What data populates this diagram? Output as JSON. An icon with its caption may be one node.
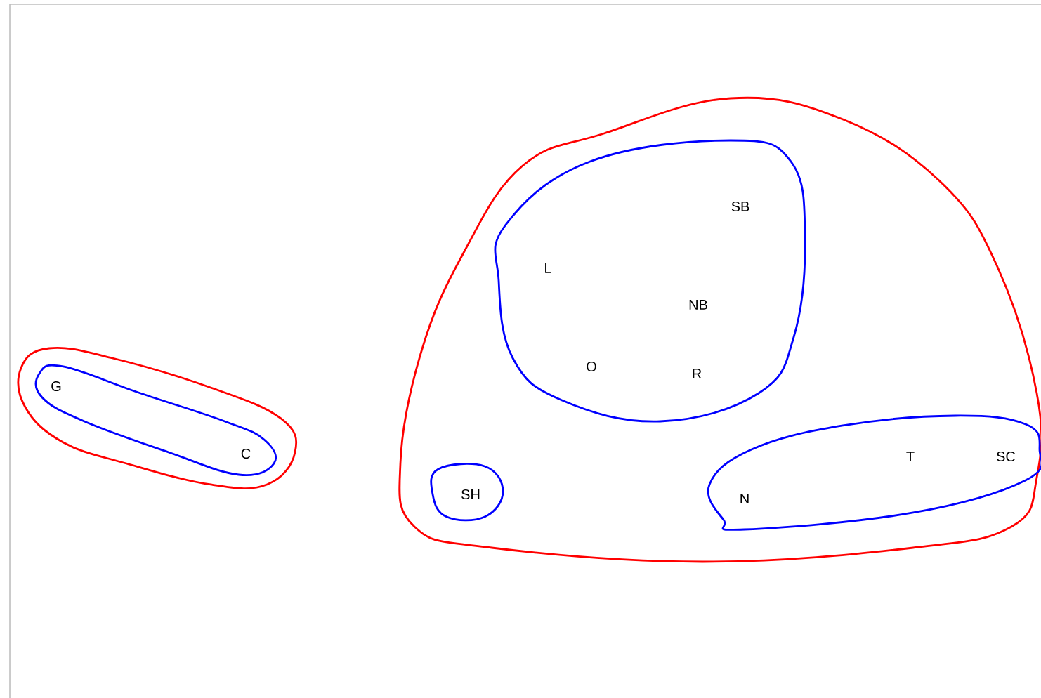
{
  "diagram": {
    "nodes": [
      {
        "text": [],
        "shape": "loop"
      },
      {
        "text": [
          "G",
          "C"
        ],
        "in": 0
      },
      {
        "text": [],
        "shape": "loop"
      },
      {
        "text": [
          "SB",
          "L",
          "NB",
          "O",
          "R"
        ],
        "in": 2
      },
      {
        "text": [
          "SH"
        ],
        "in": 2
      },
      {
        "text": [
          "T",
          "SC",
          "N"
        ],
        "in": 2
      }
    ]
  }
}
